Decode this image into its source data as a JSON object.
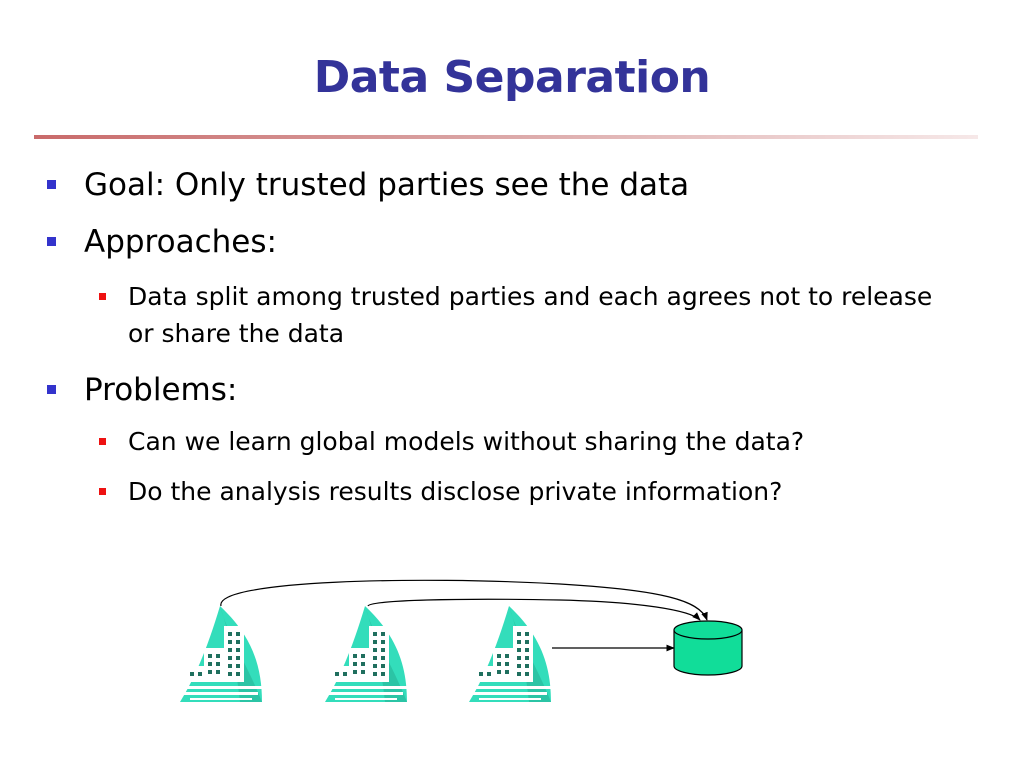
{
  "slide": {
    "title": "Data Separation"
  },
  "bullets": {
    "goal": "Goal:  Only trusted parties see the data",
    "approaches": "Approaches:",
    "approaches_sub": [
      "Data split among trusted parties and each agrees not to release or share the data"
    ],
    "problems": "Problems:",
    "problems_sub": [
      "Can we learn global models without sharing the data?",
      "Do the analysis results disclose private information?"
    ]
  },
  "diagram": {
    "building_icon": "office-building-icon",
    "database_icon": "database-cylinder-icon",
    "colors": {
      "building_fill": "#33ddbb",
      "building_dark": "#1f6f5e",
      "database_fill": "#11dd99",
      "stroke": "#000000"
    }
  },
  "colors": {
    "title": "#333399",
    "level1_bullet": "#3333cc",
    "level2_bullet": "#ee1111"
  }
}
